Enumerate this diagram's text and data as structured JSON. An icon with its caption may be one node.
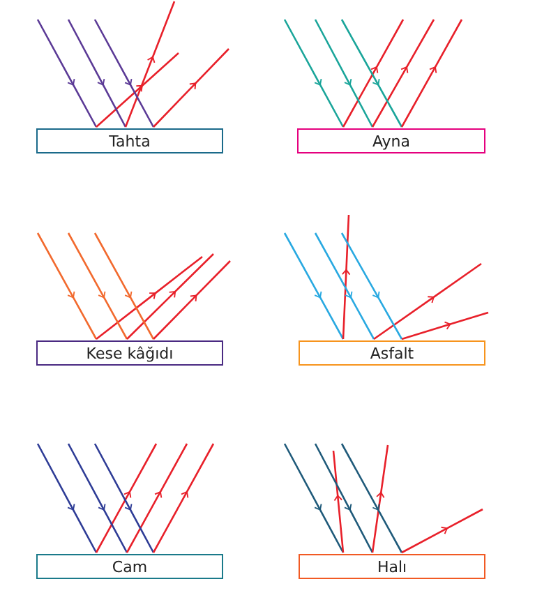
{
  "diagram": {
    "nodes": [
      {
        "text": [
          "Tahta"
        ]
      },
      {
        "text": [
          "Ayna"
        ]
      },
      {
        "text": [
          "Kese kâğıdı"
        ]
      },
      {
        "text": [
          "Asfalt"
        ]
      },
      {
        "text": [
          "Cam"
        ]
      },
      {
        "text": [
          "Halı"
        ]
      }
    ]
  }
}
